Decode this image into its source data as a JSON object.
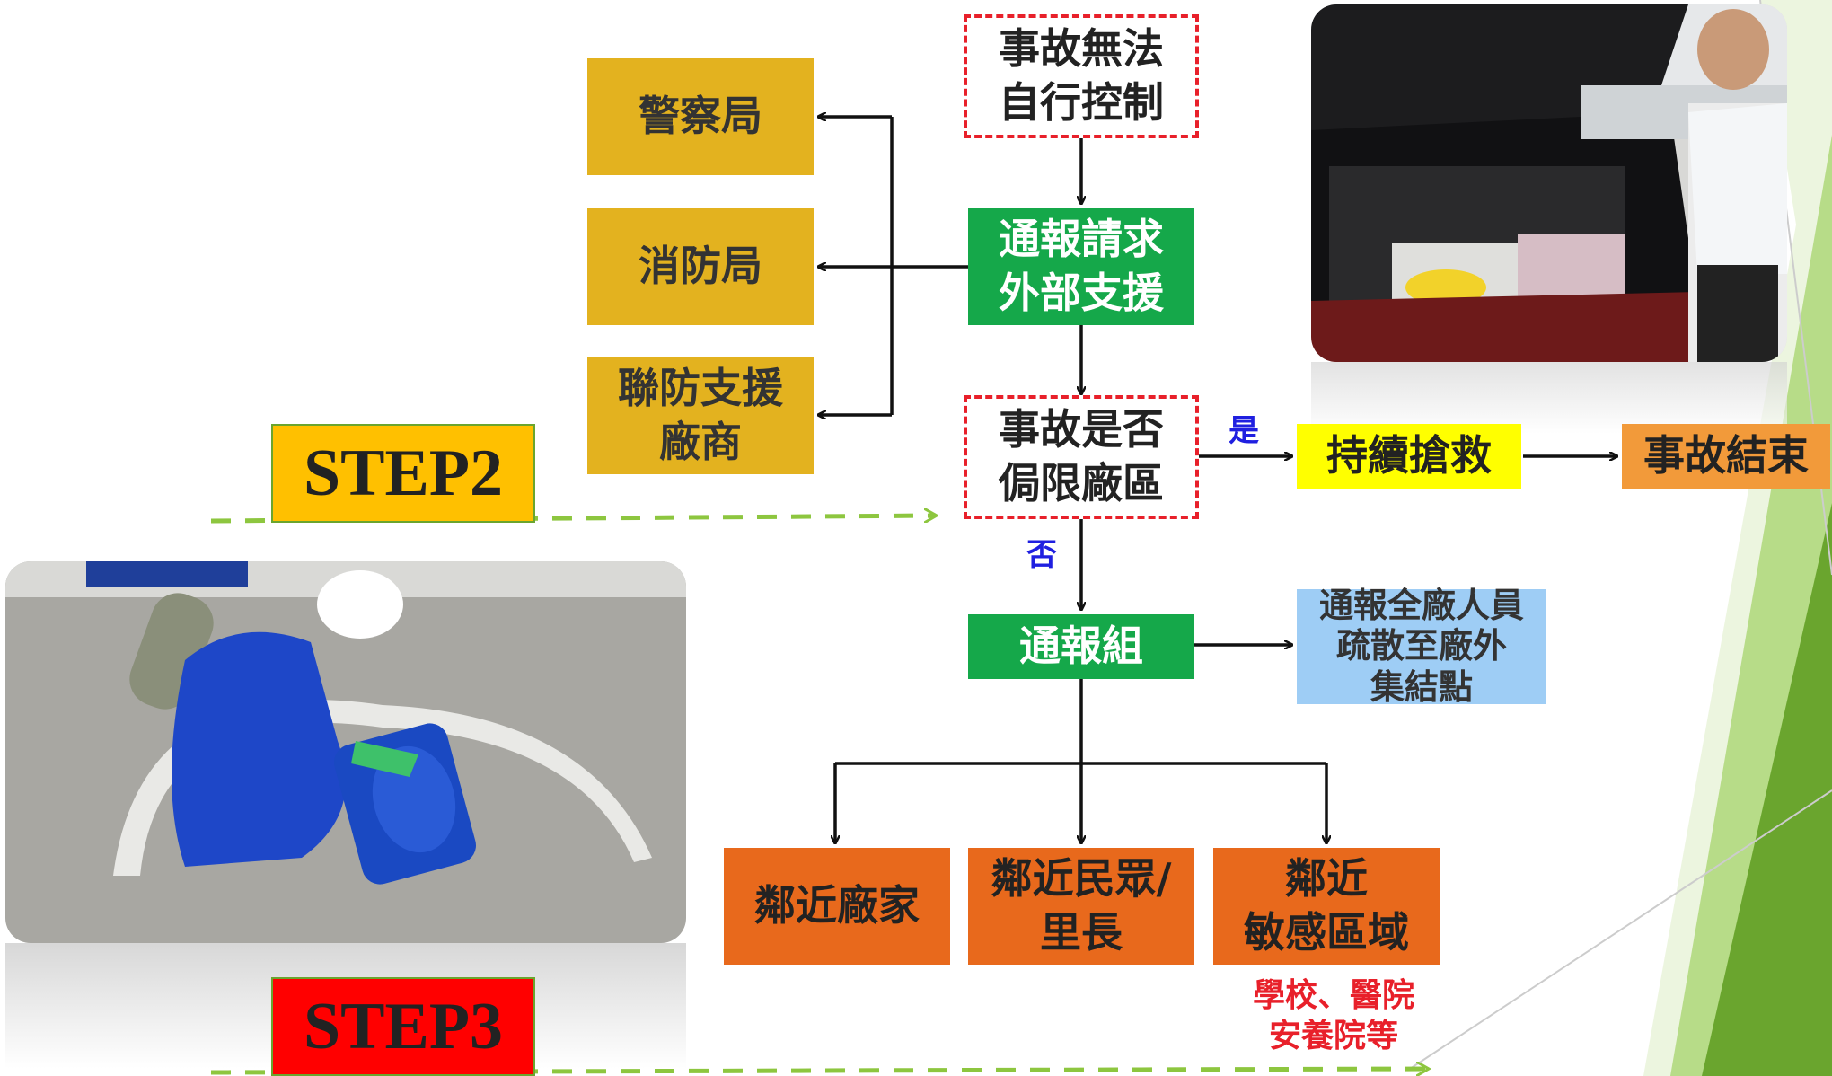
{
  "top_decision": "事故無法\n自行控制",
  "request_support": "通報請求\n外部支援",
  "external": {
    "police": "警察局",
    "fire": "消防局",
    "joint": "聯防支援\n廠商"
  },
  "confined_decision": "事故是否\n侷限廠區",
  "yes_label": "是",
  "no_label": "否",
  "continue_rescue": "持續搶救",
  "accident_end": "事故結束",
  "notify_group": "通報組",
  "evacuate": "通報全廠人員\n疏散至廠外\n集結點",
  "neighbors": {
    "factories": "鄰近廠家",
    "residents": "鄰近民眾/\n里長",
    "sensitive": "鄰近\n敏感區域"
  },
  "sensitive_note": "學校、醫院\n安養院等",
  "step2": "STEP2",
  "step3": "STEP3",
  "colors": {
    "gold": "#E3B21F",
    "green": "#15A84A",
    "red_dash": "#E8202A",
    "orange": "#E8691C",
    "yellow": "#FFFF00",
    "light_orange": "#F29A3A",
    "light_blue": "#9ECDF5",
    "step_dash": "#8DC63F",
    "step2_bg": "#FFC000",
    "step3_bg": "#FF0000",
    "yes_no_text": "#1F1FE0",
    "note_text": "#E8202A"
  }
}
